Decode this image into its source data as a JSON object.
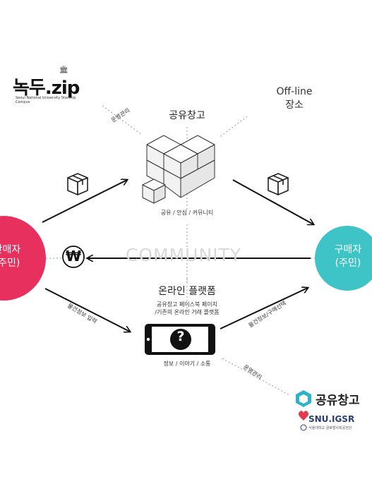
{
  "logo": {
    "name": "녹두.zip",
    "badge": "🏛",
    "sub": "Seoul National University Start-Up Campus"
  },
  "nodes": {
    "warehouse_title": "공유창고",
    "warehouse_caption": "공유 / 안심 / 커뮤니티",
    "offline_line1": "Off-line",
    "offline_line2": "장소",
    "seller_line1": "판매자",
    "seller_line2": "(주민)",
    "buyer_line1": "구매자",
    "buyer_line2": "(주민)",
    "community": "COMMUNITY",
    "platform_title": "온라인 플랫폼",
    "platform_desc_line1": "공유창고 페이스북 페이지",
    "platform_desc_line2": "/기존의 온라인 거래 플랫폼",
    "phone_caption": "정보 / 이야기 / 소통",
    "phone_symbol": "?",
    "won_symbol": "₩"
  },
  "edge_labels": {
    "ops_top": "운영관리",
    "goods_info": "물건정보 입력",
    "buy_select": "물건정보/구매선택",
    "ops_bottom": "운영관리"
  },
  "brand": {
    "name": "공유창고",
    "snu": "SNU.IGSR",
    "snu_sub": "서울대학교 글로벌사회공헌단"
  },
  "colors": {
    "seller": "#e8305e",
    "buyer": "#3ec3c6",
    "brand_hex": "#2fb3c6",
    "snu_heart": "#e23b4e"
  }
}
